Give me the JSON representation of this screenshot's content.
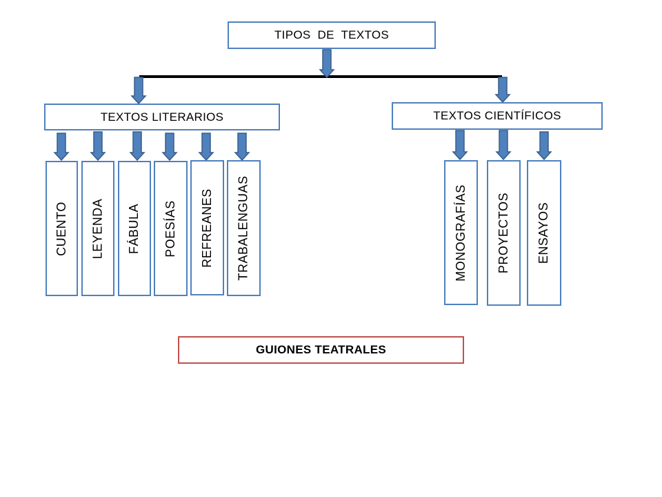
{
  "root": {
    "label": "TIPOS  DE  TEXTOS"
  },
  "literarios": {
    "label": "TEXTOS LITERARIOS",
    "items": [
      "CUENTO",
      "LEYENDA",
      "FÁBULA",
      "POESÍAS",
      "REFREANES",
      "TRABALENGUAS"
    ]
  },
  "cientificos": {
    "label": "TEXTOS CIENTÍFICOS",
    "items": [
      "MONOGRAFÍAS",
      "PROYECTOS",
      "ENSAYOS"
    ]
  },
  "guiones": {
    "label": "GUIONES TEATRALES"
  },
  "colors": {
    "blue_border": "#4f81bd",
    "red_border": "#c0504d",
    "arrow_fill": "#4f81bd",
    "arrow_stroke": "#385d8a",
    "connector": "#000000"
  }
}
